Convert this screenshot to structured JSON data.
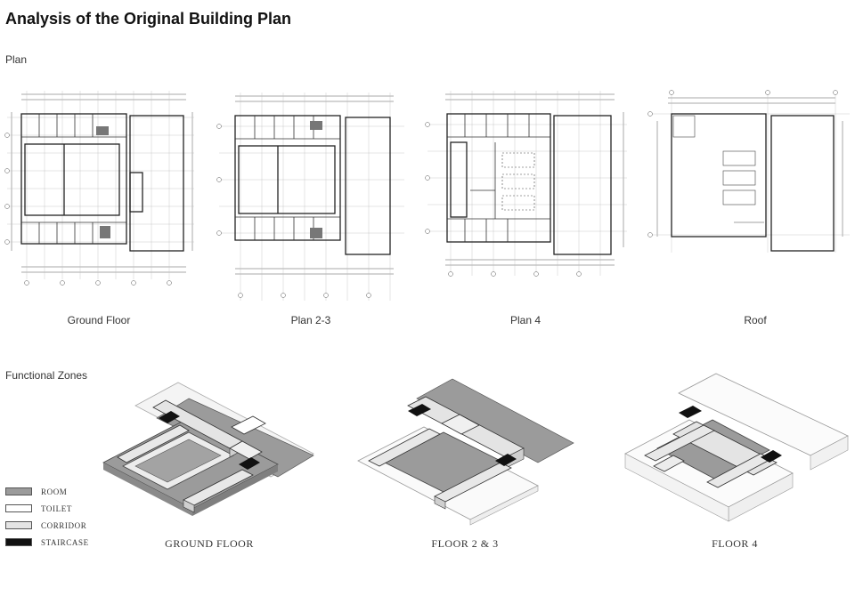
{
  "title": "Analysis of the Original Building Plan",
  "sections": {
    "plan": "Plan",
    "zones": "Functional Zones"
  },
  "plans": [
    {
      "label": "Ground Floor"
    },
    {
      "label": "Plan 2-3"
    },
    {
      "label": "Plan 4"
    },
    {
      "label": "Roof"
    }
  ],
  "legend": [
    {
      "label": "ROOM",
      "color": "#9b9b9b"
    },
    {
      "label": "TOILET",
      "color": "#ffffff"
    },
    {
      "label": "CORRIDOR",
      "color": "#e4e4e4"
    },
    {
      "label": "STAIRCASE",
      "color": "#111111"
    }
  ],
  "axonometrics": [
    {
      "label": "GROUND FLOOR"
    },
    {
      "label": "FLOOR 2 & 3"
    },
    {
      "label": "FLOOR 4"
    }
  ]
}
